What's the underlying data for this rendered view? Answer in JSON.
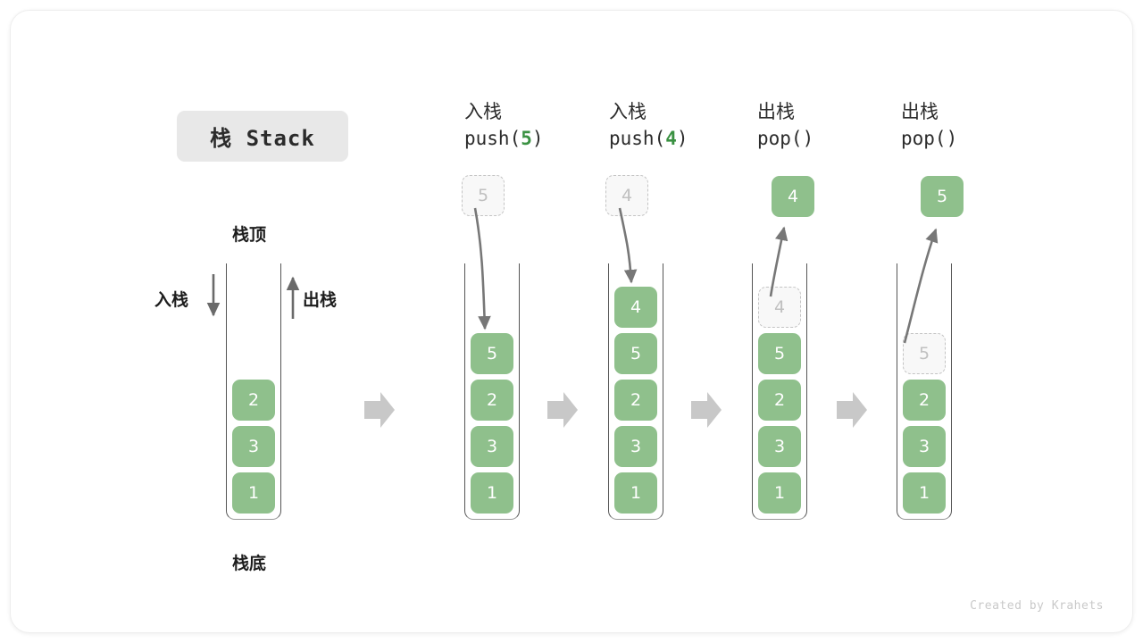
{
  "title": {
    "text": "栈 Stack"
  },
  "labels": {
    "top": "栈顶",
    "bottom": "栈底",
    "push_side": "入栈",
    "pop_side": "出栈"
  },
  "footer": {
    "text": "Created by Krahets"
  },
  "colors": {
    "element_fill": "#8fc08c",
    "element_text": "#ffffff",
    "ghost_fill": "#f8f8f8",
    "ghost_border": "#c4c4c4",
    "ghost_text": "#c0c0c0",
    "tube_rail": "#555555",
    "transition_arrow": "#c8c8c8",
    "motion_arrow": "#777777",
    "code_number": "#3a9142",
    "badge_bg": "#e8e8e8"
  },
  "steps": [
    {
      "id": "initial",
      "caption_cn": "",
      "caption_code_prefix": "",
      "caption_code_num": "",
      "caption_code_suffix": "",
      "cells": [
        "2",
        "3",
        "1"
      ],
      "ghost_index": -1,
      "float_box": null,
      "float_kind": ""
    },
    {
      "id": "push-5",
      "caption_cn": "入栈",
      "caption_code_prefix": "push(",
      "caption_code_num": "5",
      "caption_code_suffix": ")",
      "cells": [
        "5",
        "2",
        "3",
        "1"
      ],
      "ghost_index": -1,
      "float_box": "5",
      "float_kind": "ghost"
    },
    {
      "id": "push-4",
      "caption_cn": "入栈",
      "caption_code_prefix": "push(",
      "caption_code_num": "4",
      "caption_code_suffix": ")",
      "cells": [
        "4",
        "5",
        "2",
        "3",
        "1"
      ],
      "ghost_index": -1,
      "float_box": "4",
      "float_kind": "ghost"
    },
    {
      "id": "pop-4",
      "caption_cn": "出栈",
      "caption_code_prefix": "pop(",
      "caption_code_num": "",
      "caption_code_suffix": ")",
      "cells": [
        "4",
        "5",
        "2",
        "3",
        "1"
      ],
      "ghost_index": 0,
      "float_box": "4",
      "float_kind": "solid"
    },
    {
      "id": "pop-5",
      "caption_cn": "出栈",
      "caption_code_prefix": "pop(",
      "caption_code_num": "",
      "caption_code_suffix": ")",
      "cells": [
        "5",
        "2",
        "3",
        "1"
      ],
      "ghost_index": 0,
      "float_box": "5",
      "float_kind": "solid"
    }
  ]
}
